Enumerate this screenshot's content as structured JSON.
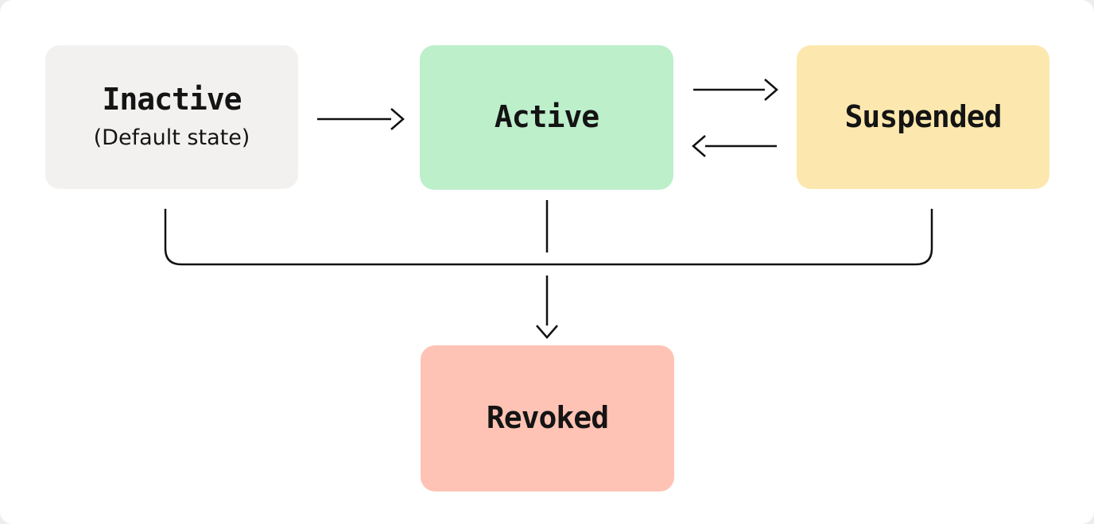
{
  "page": {
    "background": "#ededed",
    "card_background": "#ffffff"
  },
  "diagram": {
    "stroke_color": "#111111",
    "text_color": "#141414",
    "nodes": {
      "inactive": {
        "label": "Inactive",
        "sublabel": "(Default state)",
        "fill": "#f2f1f0"
      },
      "active": {
        "label": "Active",
        "fill": "#bdefcb"
      },
      "suspended": {
        "label": "Suspended",
        "fill": "#fce8ae"
      },
      "revoked": {
        "label": "Revoked",
        "fill": "#fec3b4"
      }
    },
    "edges": [
      {
        "from": "Inactive",
        "to": "Active",
        "style": "straight-right-arrow"
      },
      {
        "from": "Active",
        "to": "Suspended",
        "style": "straight-right-arrow"
      },
      {
        "from": "Suspended",
        "to": "Active",
        "style": "straight-left-arrow"
      },
      {
        "from": "Inactive",
        "to": "Revoked",
        "style": "merge-rail-down-arrow"
      },
      {
        "from": "Active",
        "to": "Revoked",
        "style": "merge-rail-down-arrow"
      },
      {
        "from": "Suspended",
        "to": "Revoked",
        "style": "merge-rail-down-arrow"
      }
    ]
  }
}
